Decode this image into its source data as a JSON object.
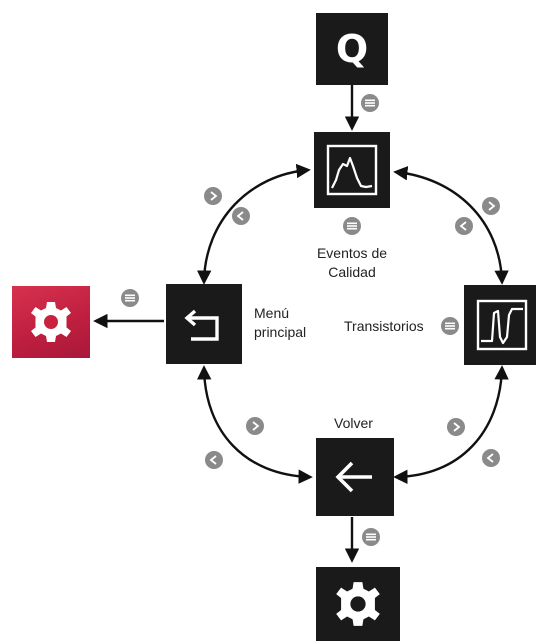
{
  "nodes": {
    "quality_key": {
      "glyph": "Q"
    },
    "eventos": {
      "label_line1": "Eventos de",
      "label_line2": "Calidad"
    },
    "transistorios": {
      "label": "Transistorios"
    },
    "menu": {
      "label_line1": "Menú",
      "label_line2": "principal"
    },
    "volver": {
      "label": "Volver"
    }
  },
  "icons": {
    "gear_accent_color": "#c8223f",
    "tile_color": "#1a1a1a",
    "badge_color": "#8a8a8a",
    "badges": {
      "menu": "menu-icon",
      "next": "chevron-right-icon",
      "prev": "chevron-left-icon"
    }
  }
}
